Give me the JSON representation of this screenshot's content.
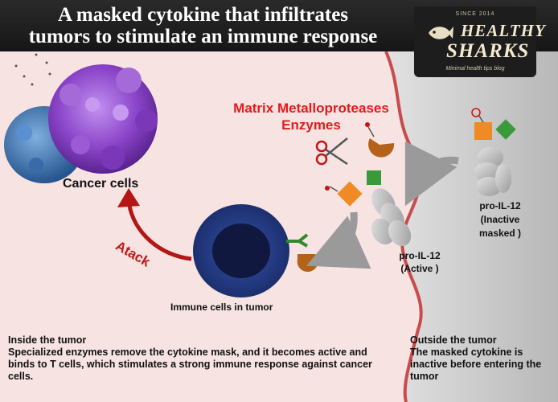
{
  "header": {
    "title_line1": "A masked cytokine that infiltrates",
    "title_line2": "tumors to stimulate an immune response"
  },
  "logo": {
    "since": "SINCE 2014",
    "name_line1": "HEALTHY",
    "name_line2": "SHARKS",
    "tagline": "Minimal health tips blog"
  },
  "diagram": {
    "mmp_line1": "Matrix Metalloproteases",
    "mmp_line2": "Enzymes",
    "cancer_label": "Cancer cells",
    "attack_label": "Atack",
    "immune_label": "Immune cells in tumor",
    "active_line1": "pro-IL-12",
    "active_line2": "(Active )",
    "inactive_line1": "pro-IL-12",
    "inactive_line2": "(Inactive",
    "inactive_line3": "masked )"
  },
  "captions": {
    "inside_heading": "Inside the tumor",
    "inside_body": "Specialized enzymes remove the cytokine mask, and it becomes active and binds to T cells, which stimulates a strong immune response against cancer cells.",
    "outside_heading": "Outside the tumor",
    "outside_body": "The masked cytokine is inactive before entering the tumor"
  },
  "colors": {
    "inside_background": "#f6e3e2",
    "outside_background": "#d4d4d4",
    "boundary": "#c94b4b",
    "red_text": "#e21b1b",
    "immune_cell": "#27418f",
    "cancer_cell": "#8b45c9",
    "cancer_cell_secondary": "#3f7fc0",
    "mask_orange": "#f08a24",
    "mask_green": "#3a9a3a",
    "brown_receptor": "#b4621a"
  }
}
